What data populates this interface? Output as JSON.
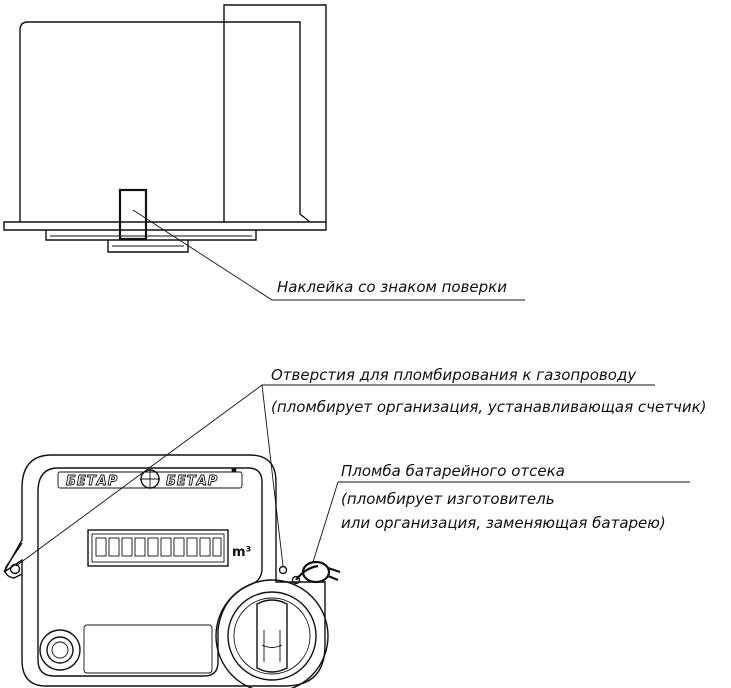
{
  "labels": {
    "verification_sticker": "Наклейка со знаком поверки",
    "pipe_seal_holes_line1": "Отверстия для пломбирования к газопроводу",
    "pipe_seal_holes_line2": "(пломбирует организация, устанавливающая счетчик)",
    "battery_seal_line1": "Пломба батарейного отсека",
    "battery_seal_line2": "(пломбирует изготовитель",
    "battery_seal_line3": "или организация, заменяющая батарею)"
  },
  "meter": {
    "brand_left": "БЕТАР",
    "brand_right": "БЕТАР",
    "display_unit": "m³"
  }
}
